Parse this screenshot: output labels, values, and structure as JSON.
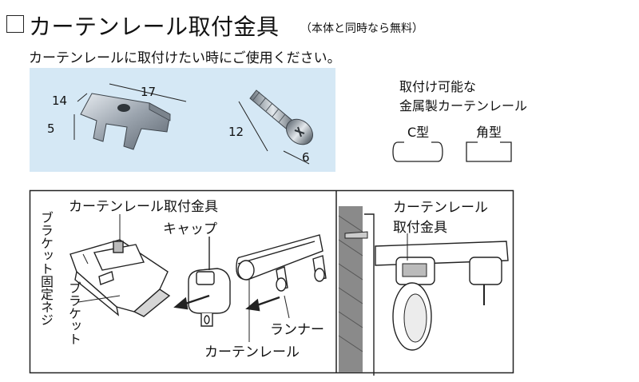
{
  "header": {
    "title": "カーテンレール取付金具",
    "title_note": "（本体と同時なら無料）",
    "subtitle": "カーテンレールに取付けたい時にご使用ください。"
  },
  "photo": {
    "dim_14": "14",
    "dim_17": "17",
    "dim_5": "5",
    "dim_12": "12",
    "dim_6": "6"
  },
  "rail_types": {
    "heading_line1": "取付け可能な",
    "heading_line2": "金属製カーテンレール",
    "c_type": "C型",
    "square_type": "角型"
  },
  "diagram": {
    "bracket_label": "カーテンレール取付金具",
    "cap": "キャップ",
    "bracket_fix_screw": "ブラケット固定ネジ",
    "bracket": "ブラケット",
    "runner": "ランナー",
    "curtain_rail": "カーテンレール",
    "right_label_line1": "カーテンレール",
    "right_label_line2": "取付金具"
  },
  "colors": {
    "photo_bg": "#d5e8f5",
    "metal": "#9aa3ad",
    "line": "#222222"
  }
}
